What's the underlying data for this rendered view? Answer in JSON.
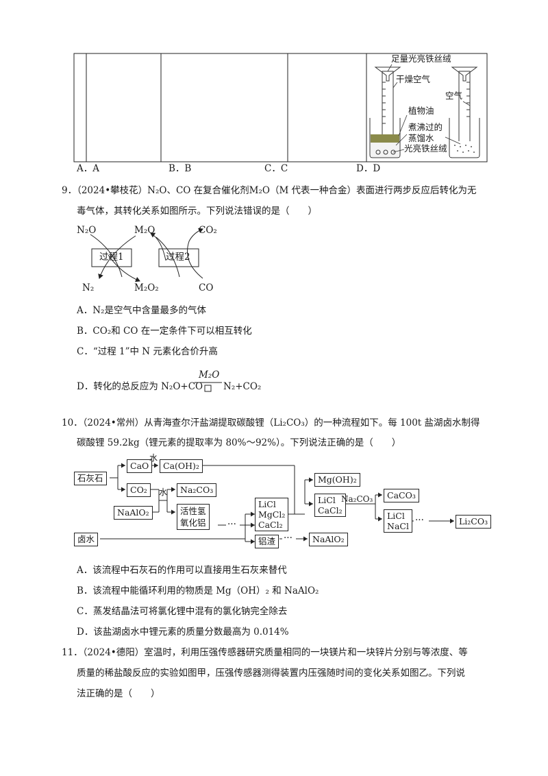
{
  "q8": {
    "options": [
      "A．A",
      "B．B",
      "C．C",
      "D．D"
    ],
    "diagram_labels": {
      "iron_wool_top": "足量光亮铁丝绒",
      "dry_air": "干燥空气",
      "air": "空气",
      "veg_oil": "植物油",
      "boiled": "煮沸过的",
      "distilled": "蒸馏水",
      "iron_wool_bottom": "光亮铁丝绒"
    }
  },
  "q9": {
    "stem1": "9．（2024•攀枝花）N₂O、CO 在复合催化剂M₂O（M 代表一种合金）表面进行两步反应后转化为无",
    "stem2": "毒气体，其转化关系如图所示。下列说法错误的是（　　）",
    "diagram": {
      "n2o": "N₂O",
      "m2o": "M₂O",
      "co2": "CO₂",
      "p1": "过程1",
      "p2": "过程2",
      "n2": "N₂",
      "m2o2": "M₂O₂",
      "co": "CO"
    },
    "options": {
      "A": "A．N₂是空气中含量最多的气体",
      "B": "B．CO₂和 CO 在一定条件下可以相互转化",
      "C": "C．“过程 1”中 N 元素化合价升高",
      "D_prefix": "D．转化的总反应为 N₂O+CO",
      "D_catalyst": "M₂O",
      "D_products": "N₂+CO₂"
    }
  },
  "q10": {
    "stem1": "10．（2024•常州）从青海查尔汗盐湖提取碳酸锂（Li₂CO₃）的一种流程如下。每 100t 盐湖卤水制得",
    "stem2": "碳酸锂 59.2kg（锂元素的提取率为 80%～92%）。下列说法正确的是（　　）",
    "flow": {
      "limestone": "石灰石",
      "cao": "CaO",
      "water1": "水",
      "caoh2": "Ca(OH)₂",
      "co2": "CO₂",
      "water2": "水",
      "na2co3_1": "Na₂CO₃",
      "naalo2_in": "NaAlO₂",
      "alumina1": "活性氢",
      "alumina2": "氧化铝",
      "brine": "卤水",
      "mix1": "LiCl",
      "mix2": "MgCl₂",
      "mix3": "CaCl₂",
      "mgoh2": "Mg(OH)₂",
      "lc1": "LiCl",
      "lc2": "CaCl₂",
      "na2co3_2": "Na₂CO₃",
      "caco3": "CaCO₃",
      "ln1": "LiCl",
      "ln2": "NaCl",
      "li2co3": "Li₂CO₃",
      "slag": "铝渣",
      "naalo2_out": "NaAlO₂",
      "dots": "···"
    },
    "options": {
      "A": "A．该流程中石灰石的作用可以直接用生石灰来替代",
      "B": "B．该流程中能循环利用的物质是 Mg（OH）₂ 和 NaAlO₂",
      "C": "C．蒸发结晶法可将氯化锂中混有的氯化钠完全除去",
      "D": "D．该盐湖卤水中锂元素的质量分数最高为 0.014%"
    }
  },
  "q11": {
    "stem1": "11．（2024•德阳）室温时，利用压强传感器研究质量相同的一块镁片和一块锌片分别与等浓度、等",
    "stem2": "质量的稀盐酸反应的实验如图甲，压强传感器测得装置内压强随时间的变化关系如图乙。下列说",
    "stem3": "法正确的是（　　）"
  }
}
